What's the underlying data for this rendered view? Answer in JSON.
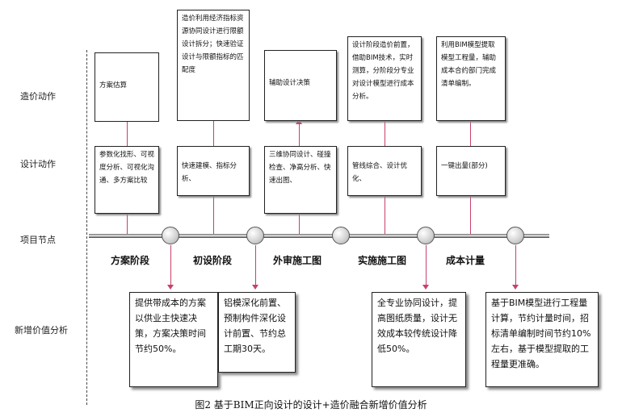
{
  "row_labels": {
    "cost": "造价动作",
    "design": "设计动作",
    "node": "项目节点",
    "value": "新增价值分析"
  },
  "stages": [
    "方案阶段",
    "初设阶段",
    "外审施工图",
    "实施施工图",
    "成本计量"
  ],
  "cost_actions": [
    "方案估算",
    "造价利用经济指标资源协同设计进行限额设计拆分；快速验证设计与限额指标的匹配度",
    "辅助设计决策",
    "设计阶段造价前置，借助BIM技术，实时测算，分阶段分专业对设计模型进行成本分析。",
    "利用BIM模型提取模型工程量，辅助成本合约部门完成清单编制。"
  ],
  "design_actions": [
    "参数化找形、可视度分析、可视化沟通、多方案比较",
    "快速建模、指标分析、",
    "三维协同设计、碰撞检查、净高分析、快速出图、",
    "管线综合、设计优化、",
    "一键出量(部分)"
  ],
  "value_analysis": [
    "提供带成本的方案以供业主快速决策，方案决策时间节约50%。",
    "铝模深化前置、预制构件深化设计前置、节约总工期30天。",
    "全专业协同设计，提高图纸质量，设计无效成本较传统设计降低50%。",
    "基于BIM模型进行工程量计算，节约计量时间，招标清单编制时间节约10%左右，基于模型提取的工程量更准确。"
  ],
  "caption": "图2  基于BIM正向设计的设计+造价融合新增价值分析",
  "colors": {
    "connector": "#c8406a",
    "border": "#222222"
  }
}
